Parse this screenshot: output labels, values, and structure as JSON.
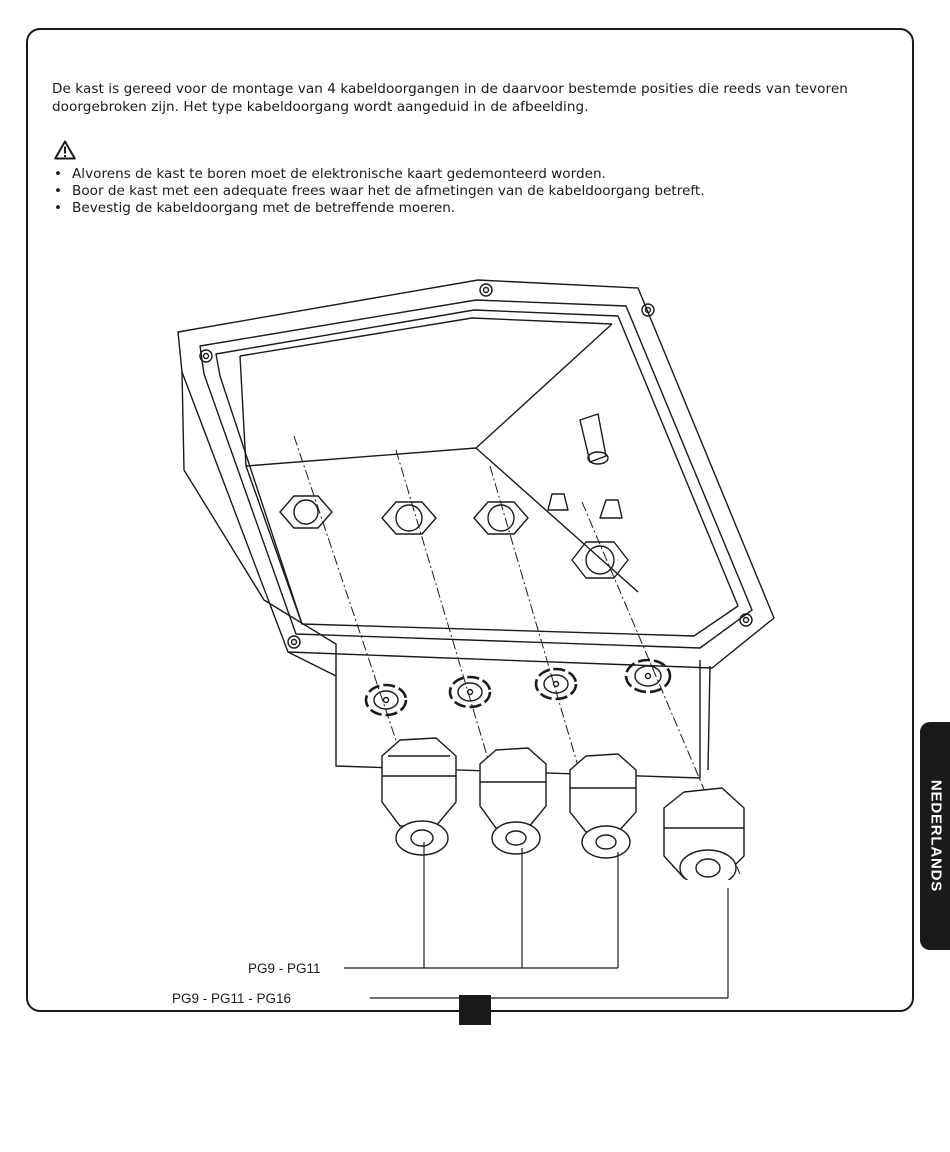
{
  "intro": "De kast is gereed voor de montage van 4 kabeldoorgangen in de daarvoor bestemde posities die reeds van tevoren doorgebroken zijn. Het type kabeldoorgang wordt aangeduid in de afbeelding.",
  "warning_icon": "warning-triangle-icon",
  "bullets": [
    "Alvorens de kast te boren moet de elektronische kaart gedemonteerd worden.",
    "Boor de kast met een adequate frees waar het de afmetingen van de kabeldoorgang betreft.",
    "Bevestig de kabeldoorgang met de betreffende moeren."
  ],
  "figure": {
    "label_small_glands": "PG9 - PG11",
    "label_large_gland": "PG9 - PG11 - PG16"
  },
  "side_tab": "NEDERLANDS"
}
